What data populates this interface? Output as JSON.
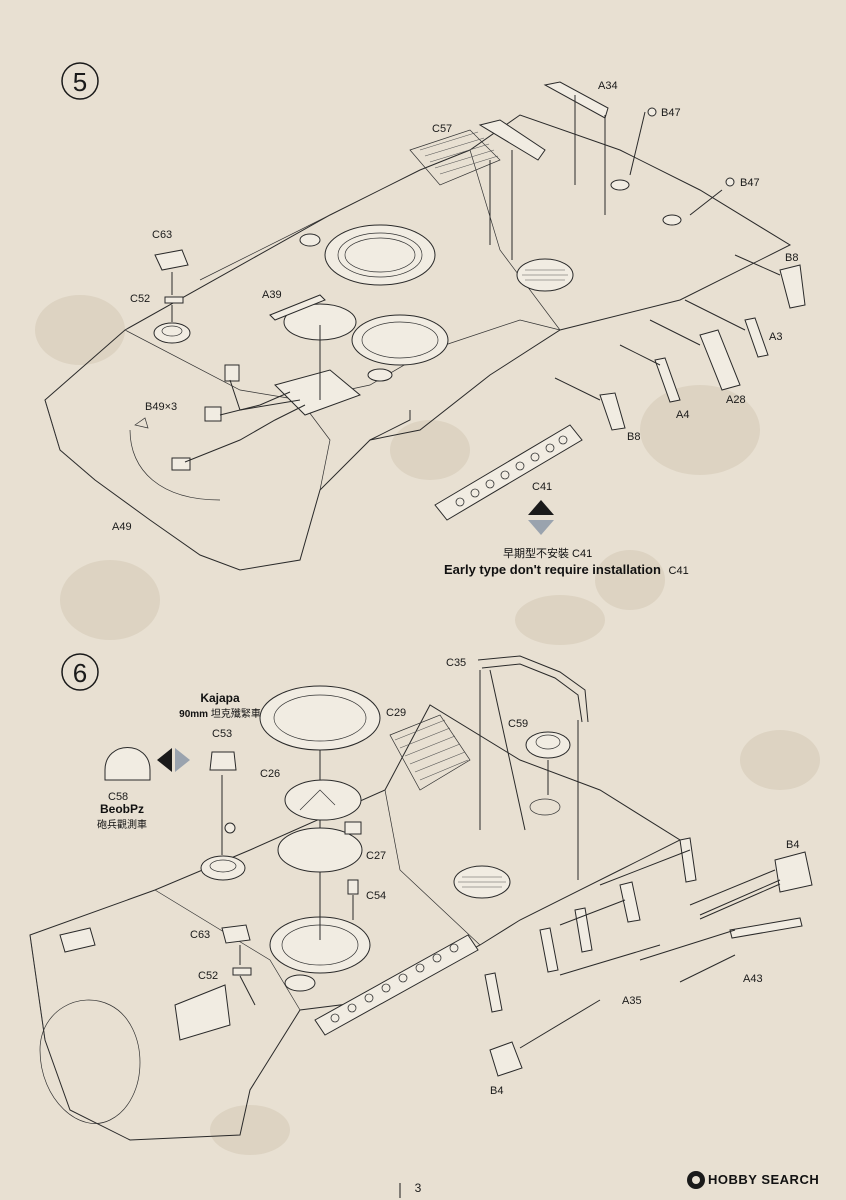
{
  "steps": [
    {
      "number": "5",
      "labels": {
        "a34": "A34",
        "b47a": "B47",
        "b47b": "B47",
        "c57": "C57",
        "c63": "C63",
        "c52": "C52",
        "a39": "A39",
        "b8a": "B8",
        "a3": "A3",
        "a28": "A28",
        "a4": "A4",
        "b8b": "B8",
        "b49": "B49×3",
        "a49": "A49",
        "c41": "C41"
      },
      "note_cn": "早期型不安裝 C41",
      "note_en": "Early type don't require installation",
      "note_part": "C41"
    },
    {
      "number": "6",
      "labels": {
        "c35": "C35",
        "c29": "C29",
        "c53": "C53",
        "c59": "C59",
        "c26": "C26",
        "c58": "C58",
        "c27": "C27",
        "c54": "C54",
        "b4a": "B4",
        "c63": "C63",
        "c52": "C52",
        "a35": "A35",
        "a43": "A43",
        "b4b": "B4"
      },
      "variant_a_name": "Kajapa",
      "variant_a_sub_bold": "90mm",
      "variant_a_sub_cn": "坦克殲緊車",
      "variant_b_name": "BeobPz",
      "variant_b_sub_cn": "砲兵觀測車"
    }
  ],
  "page_number": "3",
  "watermark": "HOBBY SEARCH",
  "icons": {
    "arrow_up_down": "up-down-arrow-icon",
    "arrow_left_right": "left-right-arrow-icon"
  }
}
